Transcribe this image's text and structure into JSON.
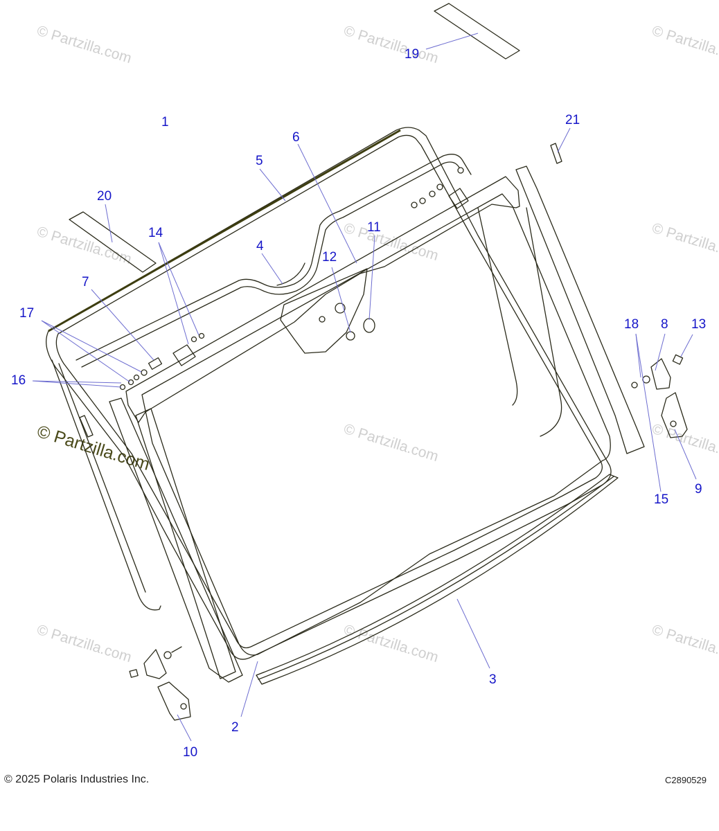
{
  "watermark": {
    "text": "© Partzilla.com",
    "main_text": "© Partzilla.com",
    "color": "#cfcfcf",
    "main_color": "#4a4a1a"
  },
  "callouts": [
    "1",
    "2",
    "3",
    "4",
    "5",
    "6",
    "7",
    "8",
    "9",
    "10",
    "11",
    "12",
    "13",
    "14",
    "15",
    "16",
    "17",
    "18",
    "19",
    "20",
    "21"
  ],
  "callout_color": "#1515c8",
  "footer": {
    "copyright": "© 2025 Polaris Industries Inc.",
    "code": "C2890529"
  }
}
